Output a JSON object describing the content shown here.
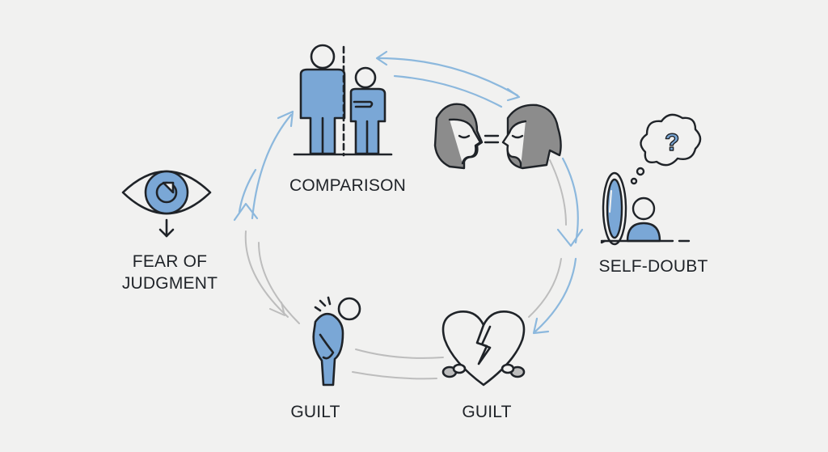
{
  "diagram": {
    "labels": {
      "comparison": "COMPARISON",
      "fear_of_judgment": "FEAR OF\nJUDGMENT",
      "self_doubt": "SELF-DOUBT",
      "guilt_left": "GUILT",
      "guilt_right": "GUILT"
    },
    "icons": {
      "comparison": "height-comparison-icon",
      "faces": "two-faces-equal-icon",
      "self_doubt": "mirror-question-icon",
      "guilt_right": "broken-heart-chained-icon",
      "guilt_left": "slumped-person-icon",
      "fear_of_judgment": "eye-icon"
    },
    "colors": {
      "accent_blue": "#7aa7d6",
      "arrow_blue": "#8cb8dd",
      "arrow_gray": "#bdbdbd",
      "stroke": "#1f2328",
      "background": "#f1f1f0",
      "face_gray": "#8c8c8c"
    }
  }
}
